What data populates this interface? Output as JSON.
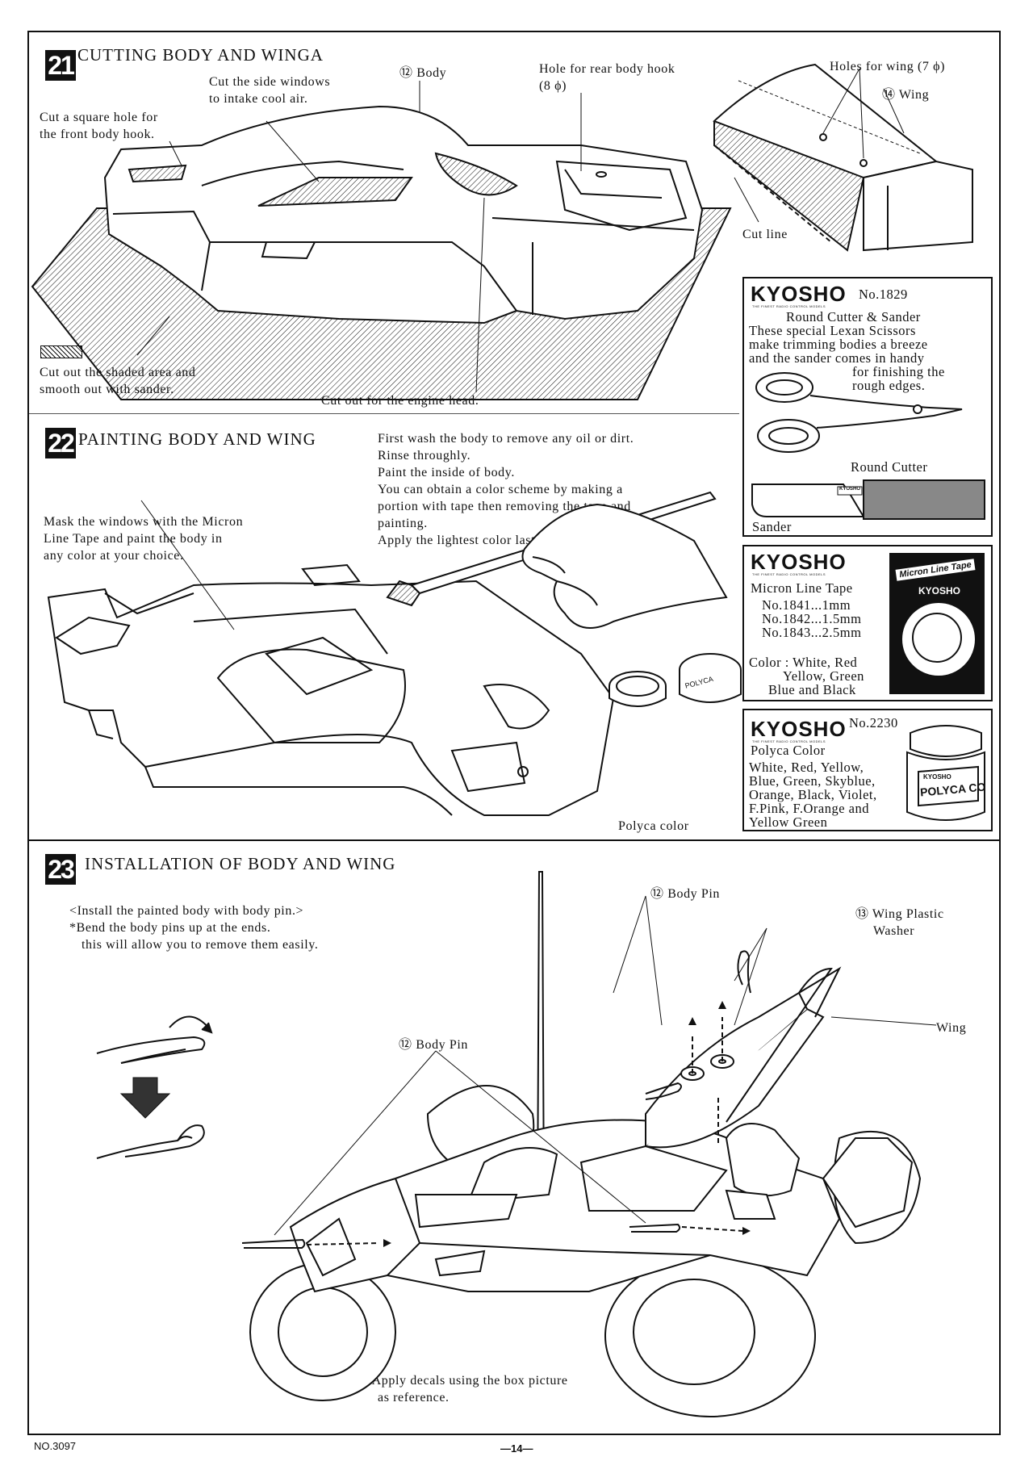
{
  "page": {
    "doc_no": "NO.3097",
    "page_no": "—14—"
  },
  "step21": {
    "number": "21",
    "title": "CUTTING BODY AND WINGA",
    "label_body": "⑫ Body",
    "label_side_windows": [
      "Cut the side windows",
      "to intake cool air."
    ],
    "label_front_hook": [
      "Cut a square hole for",
      "the front body hook."
    ],
    "label_rear_hook": [
      "Hole for rear body hook",
      "(8 ϕ)"
    ],
    "label_wing_holes": "Holes for wing (7 ϕ)",
    "label_wing": "⑭ Wing",
    "label_cut_line": "Cut line",
    "legend_shaded": [
      "Cut out the shaded area and",
      "smooth out with sander."
    ],
    "label_engine_head": "Cut out for the engine head."
  },
  "step22": {
    "number": "22",
    "title": "PAINTING BODY AND WING",
    "instructions": [
      "First wash the body to remove any oil or dirt.",
      "Rinse throughly.",
      "Paint the inside of body.",
      "You can obtain a color scheme by making a",
      "portion with tape then removing the tape and",
      "painting.",
      "Apply the lightest color last."
    ],
    "mask_note": [
      "Mask the windows with the Micron",
      "Line Tape and paint the body in",
      "any color at your choice."
    ],
    "label_polyca": "Polyca color"
  },
  "step23": {
    "number": "23",
    "title": "INSTALLATION OF BODY AND WING",
    "notes": [
      "<Install the painted body with body pin.>",
      "*Bend the body pins up at the ends.",
      "  this will allow you to remove them easily."
    ],
    "label_body_pin_top": "⑫ Body Pin",
    "label_body_pin_mid": "⑫ Body Pin",
    "label_washer": [
      "⑬ Wing Plastic",
      "Washer"
    ],
    "label_wing": "Wing",
    "decal_note": [
      "*Apply decals using the box picture",
      "as reference."
    ]
  },
  "products": {
    "cutter": {
      "brand": "KYOSHO",
      "tagline": "THE FINEST RADIO CONTROL MODELS",
      "number": "No.1829",
      "name": "Round Cutter & Sander",
      "desc": [
        "These special Lexan Scissors",
        "make trimming bodies a breeze",
        "and the sander comes in handy",
        "for finishing the",
        "rough edges."
      ],
      "label_cutter": "Round Cutter",
      "label_sander": "Sander",
      "sander_stamp": "KYOSHO"
    },
    "tape": {
      "brand": "KYOSHO",
      "tagline": "THE FINEST RADIO CONTROL MODELS",
      "name": "Micron Line Tape",
      "sizes": [
        "No.1841...1mm",
        "No.1842...1.5mm",
        "No.1843...2.5mm"
      ],
      "colors": [
        "Color : White, Red",
        "Yellow, Green",
        "Blue and Black"
      ],
      "pack_title": "Micron Line Tape",
      "pack_brand": "KYOSHO"
    },
    "polyca": {
      "brand": "KYOSHO",
      "tagline": "THE FINEST RADIO CONTROL MODELS",
      "number": "No.2230",
      "name": "Polyca Color",
      "colors": [
        "White, Red, Yellow,",
        "Blue, Green, Skyblue,",
        "Orange, Black, Violet,",
        "F.Pink, F.Orange and",
        "Yellow Green"
      ],
      "jar_brand": "KYOSHO",
      "jar_label": "POLYCA CO"
    }
  }
}
